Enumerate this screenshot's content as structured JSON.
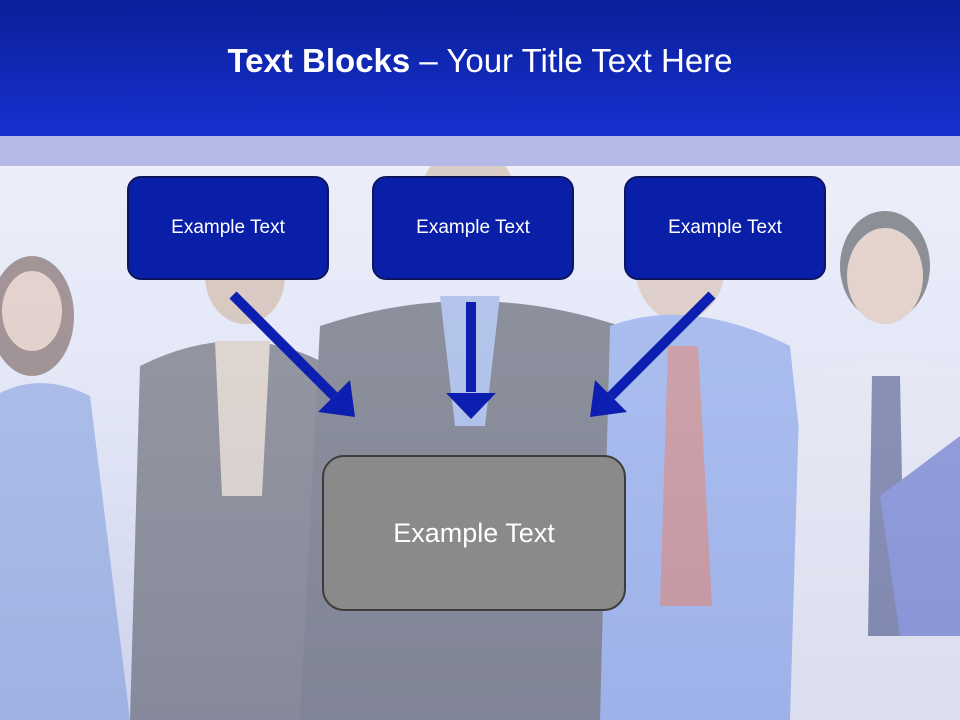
{
  "header": {
    "title_bold": "Text Blocks",
    "title_rest": " – Your Title Text Here"
  },
  "blocks": [
    {
      "label": "Example Text"
    },
    {
      "label": "Example Text"
    },
    {
      "label": "Example Text"
    }
  ],
  "center_block": {
    "label": "Example Text"
  },
  "colors": {
    "header": "#0a1fa8",
    "band": "#b4b9e8",
    "block": "#0a1fa8",
    "center_block": "#8a8a8a",
    "arrow": "#0d1fb0"
  },
  "background_image": "team-of-business-people-photo"
}
